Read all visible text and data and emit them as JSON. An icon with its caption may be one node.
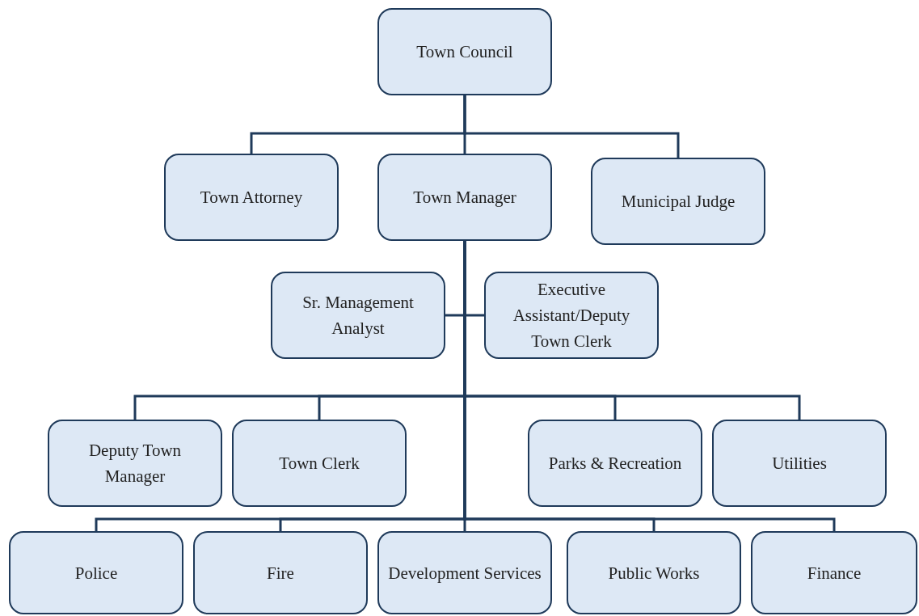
{
  "diagram": {
    "nodes": [
      {
        "text": [
          "Town Council"
        ]
      },
      {
        "text": [
          "Town Attorney"
        ]
      },
      {
        "text": [
          "Town Manager"
        ]
      },
      {
        "text": [
          "Municipal Judge"
        ]
      },
      {
        "text": [
          "Sr. Management Analyst"
        ]
      },
      {
        "text": [
          "Executive Assistant/Deputy Town Clerk"
        ]
      },
      {
        "text": [
          "Deputy Town Manager"
        ]
      },
      {
        "text": [
          "Town Clerk"
        ]
      },
      {
        "text": [
          "Parks & Recreation"
        ]
      },
      {
        "text": [
          "Utilities"
        ]
      },
      {
        "text": [
          "Police"
        ]
      },
      {
        "text": [
          "Fire"
        ]
      },
      {
        "text": [
          "Development Services"
        ]
      },
      {
        "text": [
          "Public Works"
        ]
      },
      {
        "text": [
          "Finance"
        ]
      }
    ],
    "edges": [
      {
        "from": 0,
        "to": 1,
        "arrow": "none"
      },
      {
        "from": 0,
        "to": 2,
        "arrow": "none"
      },
      {
        "from": 0,
        "to": 3,
        "arrow": "none"
      },
      {
        "from": 2,
        "to": 4,
        "arrow": "none"
      },
      {
        "from": 2,
        "to": 5,
        "arrow": "none"
      },
      {
        "from": 2,
        "to": 6,
        "arrow": "none"
      },
      {
        "from": 2,
        "to": 7,
        "arrow": "none"
      },
      {
        "from": 2,
        "to": 8,
        "arrow": "none"
      },
      {
        "from": 2,
        "to": 9,
        "arrow": "none"
      },
      {
        "from": 2,
        "to": 10,
        "arrow": "none"
      },
      {
        "from": 2,
        "to": 11,
        "arrow": "none"
      },
      {
        "from": 2,
        "to": 12,
        "arrow": "none"
      },
      {
        "from": 2,
        "to": 13,
        "arrow": "none"
      },
      {
        "from": 2,
        "to": 14,
        "arrow": "none"
      }
    ]
  }
}
